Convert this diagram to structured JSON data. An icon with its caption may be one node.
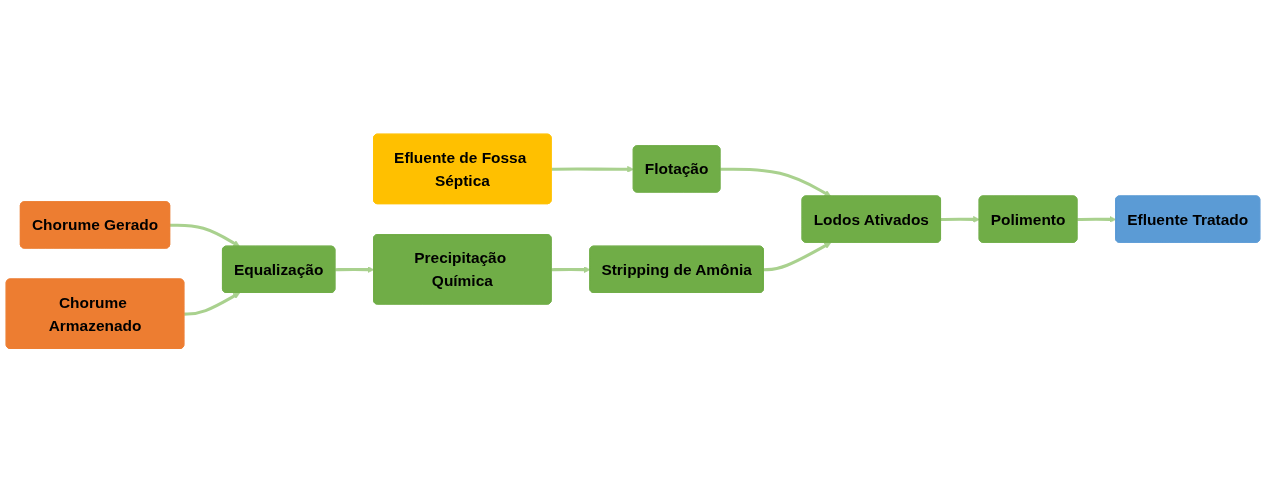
{
  "diagram": {
    "nodes": [
      {
        "text": [
          "Chorume Gerado"
        ]
      },
      {
        "text": [
          "Efluente de Fossa Séptica"
        ]
      },
      {
        "text": [
          "Flotação"
        ]
      },
      {
        "text": [
          "Equalização"
        ]
      },
      {
        "text": [
          "Precipitação Química"
        ]
      },
      {
        "text": [
          "Stripping de Amônia"
        ]
      },
      {
        "text": [
          "Lodos Ativados"
        ]
      },
      {
        "text": [
          "Polimento"
        ]
      },
      {
        "text": [
          "Chorume Armazenado"
        ]
      },
      {
        "text": [
          "Efluente Tratado"
        ]
      }
    ],
    "edges": [
      {
        "from": 0,
        "to": 3,
        "arrow": "to"
      },
      {
        "from": 8,
        "to": 3,
        "arrow": "to"
      },
      {
        "from": 1,
        "to": 2,
        "arrow": "to"
      },
      {
        "from": 2,
        "to": 6,
        "arrow": "to"
      },
      {
        "from": 3,
        "to": 4,
        "arrow": "to"
      },
      {
        "from": 4,
        "to": 5,
        "arrow": "to"
      },
      {
        "from": 5,
        "to": 6,
        "arrow": "to"
      },
      {
        "from": 6,
        "to": 7,
        "arrow": "to"
      },
      {
        "from": 7,
        "to": 9,
        "arrow": "to"
      }
    ]
  }
}
